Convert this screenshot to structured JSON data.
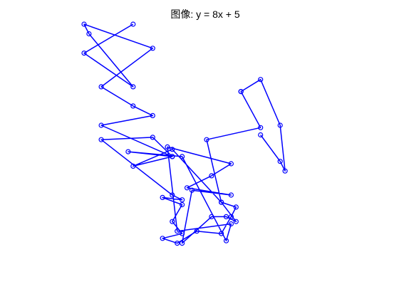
{
  "chart_data": {
    "type": "line",
    "title": "图像: y = 8x + 5",
    "xlabel": "",
    "ylabel": "",
    "xlim": [
      0,
      100
    ],
    "ylim": [
      0,
      100
    ],
    "axes_visible": false,
    "grid": false,
    "line_color": "#0000ff",
    "marker": "circle",
    "series": [
      {
        "x": [
          20,
          0,
          20,
          2,
          0,
          28,
          7,
          20,
          28,
          7,
          36,
          28,
          7,
          36,
          40,
          32,
          40,
          36,
          40,
          32,
          38,
          46,
          56,
          60,
          62,
          56,
          36,
          20,
          36,
          18,
          40,
          58,
          60,
          38,
          34,
          60,
          52,
          42,
          60,
          44,
          40,
          52,
          58,
          62,
          56,
          50,
          72,
          64,
          64,
          72,
          80,
          82,
          80,
          72
        ],
        "y": [
          100,
          88,
          74,
          96,
          100,
          90,
          74,
          66,
          62,
          58,
          45,
          53,
          52,
          29,
          27,
          28,
          25,
          18,
          13,
          11,
          9,
          14,
          13,
          20,
          24,
          26,
          48,
          41,
          45,
          47,
          45,
          10,
          17,
          14,
          49,
          42,
          37,
          32,
          29,
          31,
          9,
          20,
          20,
          18,
          26,
          52,
          57,
          72,
          72,
          77,
          58,
          39,
          43,
          54
        ]
      }
    ]
  }
}
